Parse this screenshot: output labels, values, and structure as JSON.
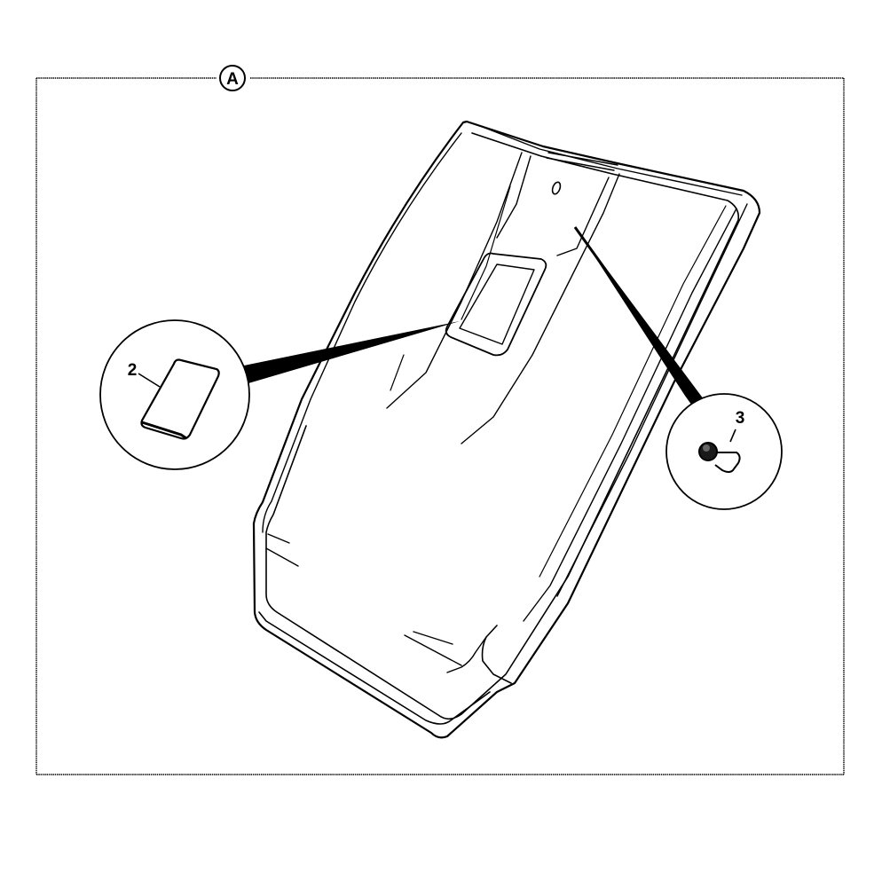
{
  "figure": {
    "view_marker": "A",
    "callouts": [
      {
        "number": "2",
        "part": "pad"
      },
      {
        "number": "3",
        "part": "clip"
      }
    ]
  },
  "colors": {
    "line": "#000000",
    "background": "#ffffff"
  }
}
